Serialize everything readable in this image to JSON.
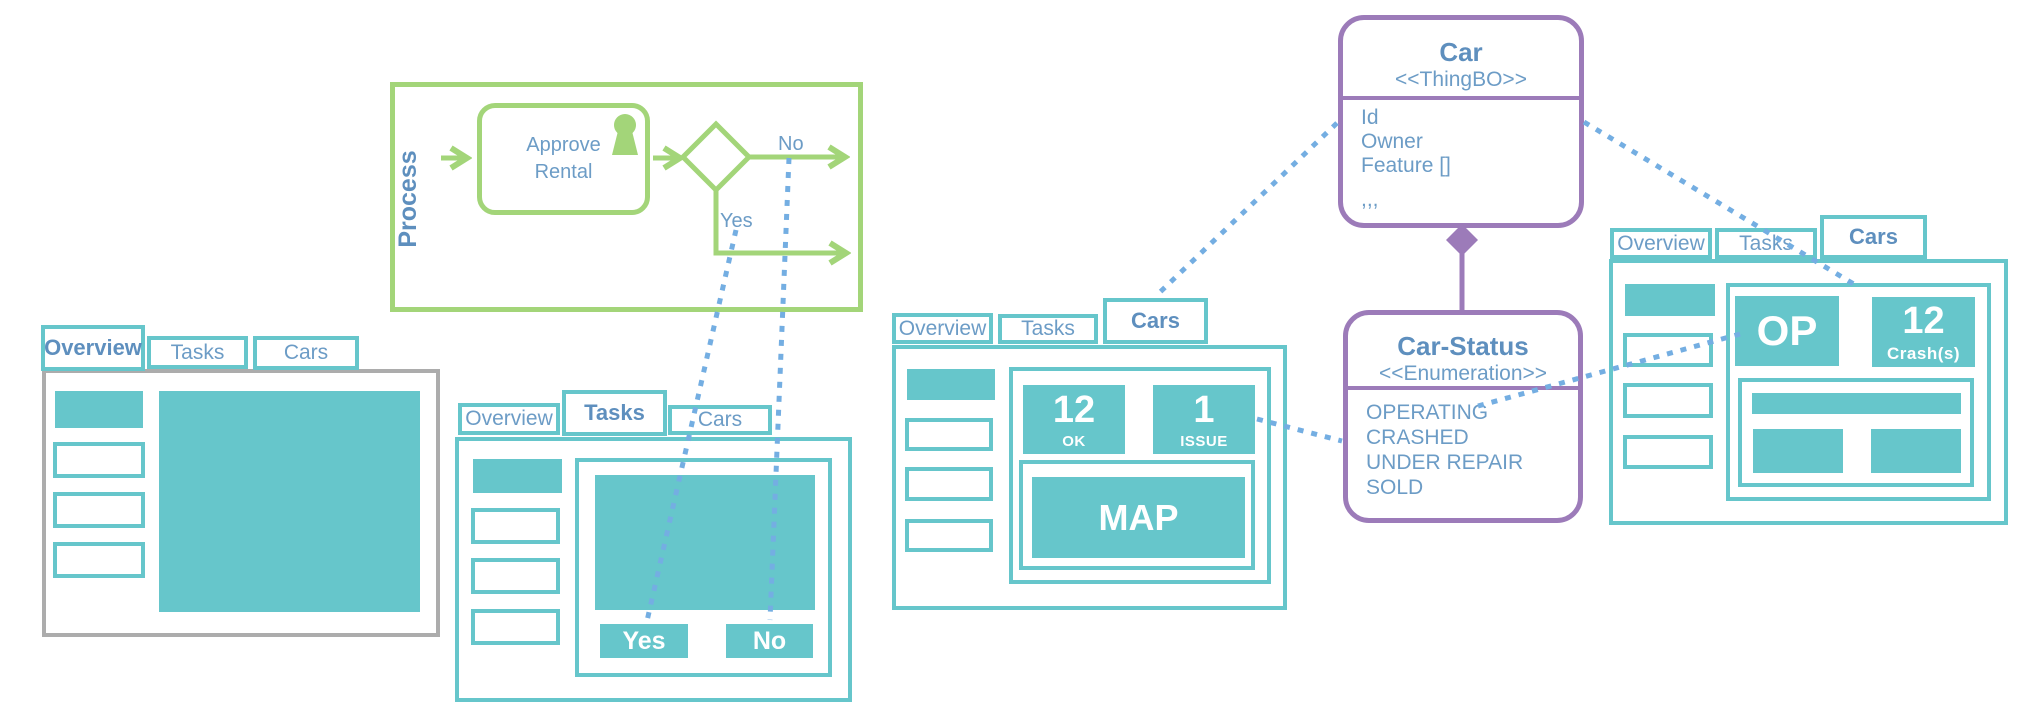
{
  "colors": {
    "teal": "#66C6CB",
    "green": "#A3D579",
    "purple": "#9C7BB9",
    "blue_text": "#6C9CC6",
    "blue_bold": "#5E8FBE",
    "gray_border": "#ACACAC",
    "dotted_blue": "#74AEE2"
  },
  "process": {
    "label": "Process",
    "task_label": "Approve Rental",
    "task_icon": "user-icon",
    "no_label": "No",
    "yes_label": "Yes"
  },
  "car_class": {
    "title": "Car",
    "stereotype": "<<ThingBO>>",
    "attributes": [
      "Id",
      "Owner",
      "Feature []",
      ",,,"
    ]
  },
  "car_status": {
    "title": "Car-Status",
    "stereotype": "<<Enumeration>>",
    "values": [
      "OPERATING",
      "CRASHED",
      "UNDER REPAIR",
      "SOLD"
    ]
  },
  "mockups": {
    "overview": {
      "tabs": [
        "Overview",
        "Tasks",
        "Cars"
      ],
      "active": "Overview"
    },
    "tasks": {
      "tabs": [
        "Overview",
        "Tasks",
        "Cars"
      ],
      "active": "Tasks",
      "yes_button": "Yes",
      "no_button": "No"
    },
    "cars": {
      "tabs": [
        "Overview",
        "Tasks",
        "Cars"
      ],
      "active": "Cars",
      "ok_tile": {
        "value": "12",
        "label": "OK"
      },
      "issue_tile": {
        "value": "1",
        "label": "ISSUE"
      },
      "map_label": "MAP"
    },
    "cars_detail": {
      "tabs": [
        "Overview",
        "Tasks",
        "Cars"
      ],
      "active": "Cars",
      "op_tile": {
        "value": "OP"
      },
      "crash_tile": {
        "value": "12",
        "label": "Crash(s)"
      }
    }
  }
}
